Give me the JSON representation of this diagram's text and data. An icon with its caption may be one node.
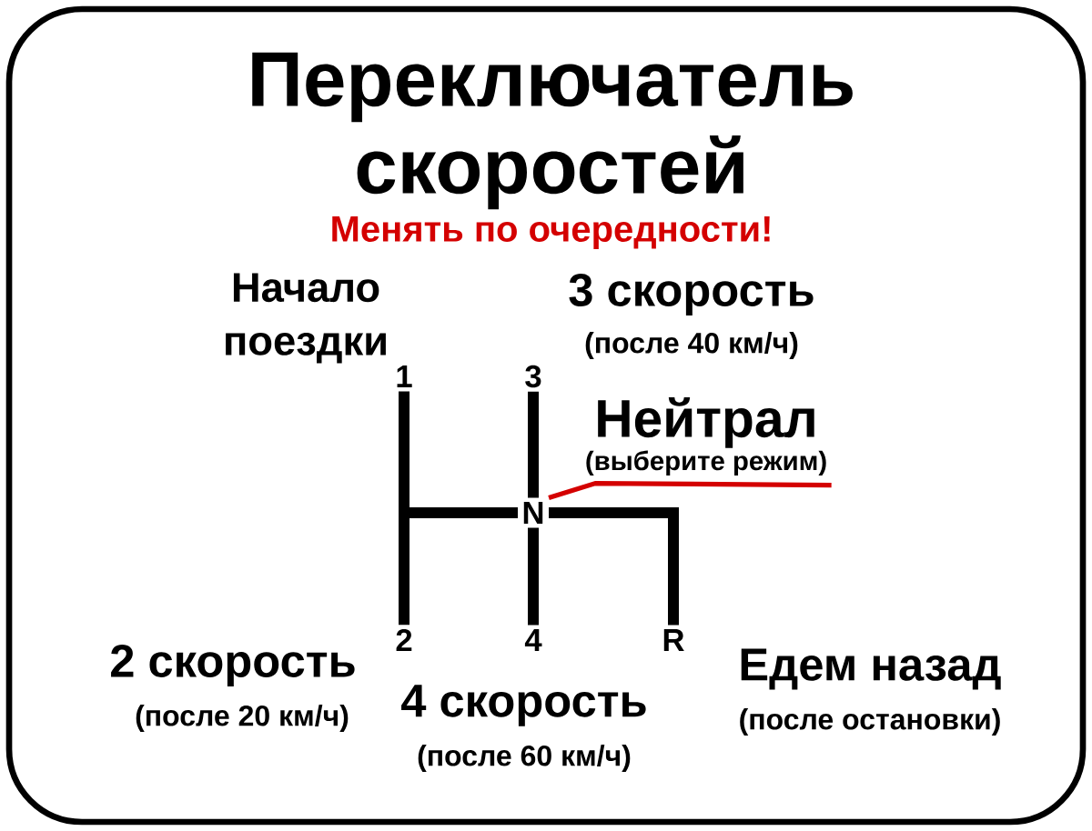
{
  "diagram": {
    "title": "Переключатель скоростей",
    "nodes": [
      {
        "text": [
          "1"
        ]
      },
      {
        "text": [
          "3"
        ]
      },
      {
        "text": [
          "Нейтрал",
          "(выберите режим)"
        ]
      },
      {
        "text": [
          "N"
        ]
      },
      {
        "text": [
          "2"
        ]
      },
      {
        "text": [
          "4"
        ]
      },
      {
        "text": [
          "R"
        ]
      }
    ],
    "edges": [
      {
        "from": 0,
        "to": 3,
        "arrow": "none"
      },
      {
        "from": 4,
        "to": 3,
        "arrow": "none"
      },
      {
        "from": 1,
        "to": 3,
        "arrow": "none"
      },
      {
        "from": 5,
        "to": 3,
        "arrow": "none"
      },
      {
        "from": 3,
        "to": 6,
        "arrow": "none"
      },
      {
        "from": 2,
        "to": 3,
        "arrow": "none",
        "color": "#d40000"
      }
    ],
    "labels": [
      "Менять по очередности!",
      "Начало поездки",
      "3 скорость",
      "(после 40 км/ч)",
      "2 скорость",
      "(после 20 км/ч)",
      "4 скорость",
      "(после 60 км/ч)",
      "Едем назад",
      "(после остановки)"
    ]
  }
}
